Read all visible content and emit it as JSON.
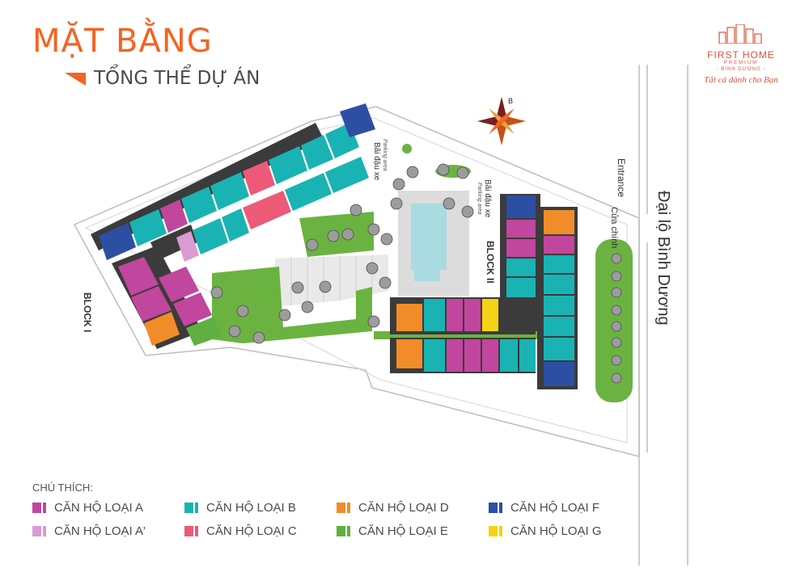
{
  "header": {
    "title": "MẶT BẰNG",
    "subtitle": "TỔNG THỂ DỰ ÁN"
  },
  "logo": {
    "brand": "FIRST HOME",
    "tier": "PREMIUM",
    "location": "- BÌNH DƯƠNG -",
    "slogan": "Tất cả dành cho Bạn"
  },
  "map": {
    "block_1": "BLOCK I",
    "block_2": "BLOCK II",
    "parking_1_vi": "Bãi đậu xe",
    "parking_1_en": "Parking area",
    "parking_2_vi": "Bãi đậu xe",
    "parking_2_en": "Parking area",
    "entrance_en": "Entrance",
    "entrance_vi": "Cửa chính",
    "road": "Đại lộ Bình Dương",
    "compass_north": "B"
  },
  "legend": {
    "title": "CHÚ THÍCH:",
    "items": [
      {
        "label": "CĂN HỘ LOẠI A",
        "color": "#c1469d"
      },
      {
        "label": "CĂN HỘ LOẠI B",
        "color": "#1ab3b3"
      },
      {
        "label": "CĂN HỘ LOẠI D",
        "color": "#f28c28"
      },
      {
        "label": "CĂN HỘ LOẠI F",
        "color": "#2d4fa3"
      },
      {
        "label": "CĂN HỘ LOẠI A'",
        "color": "#d89bd2"
      },
      {
        "label": "CĂN HỘ LOẠI C",
        "color": "#ec5a78"
      },
      {
        "label": "CĂN HỘ LOẠI E",
        "color": "#5fb040"
      },
      {
        "label": "CĂN HỘ LOẠI G",
        "color": "#f5d314"
      }
    ]
  },
  "colors": {
    "accent": "#f26522",
    "pool": "#a9dbe0",
    "lawn": "#6bb341",
    "dark_unit": "#3b3b3b"
  }
}
